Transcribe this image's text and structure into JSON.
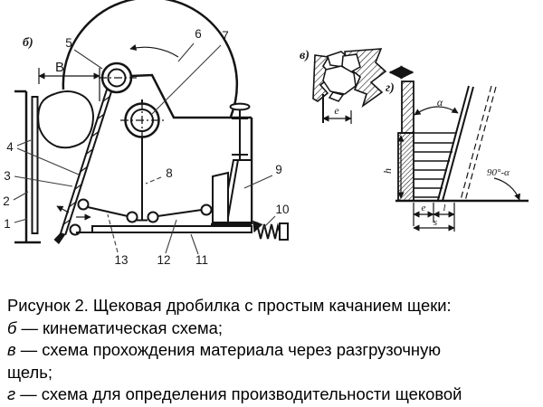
{
  "caption": {
    "lines": [
      {
        "lead": "",
        "text": "Рисунок 2. Щековая дробилка с простым качанием щеки:"
      },
      {
        "lead": "б",
        "text": " — кинематическая схема;"
      },
      {
        "lead": "в",
        "text": " — схема прохождения материала через разгрузочную"
      },
      {
        "lead": "",
        "text": "щель;"
      },
      {
        "lead": "г",
        "text": " — схема для определения производительности щековой"
      }
    ]
  },
  "kinematic": {
    "label": "б)",
    "dim_width": "В",
    "parts": {
      "p1": "1",
      "p2": "2",
      "p3": "3",
      "p4": "4",
      "p5": "5",
      "p6": "6",
      "p7": "7",
      "p8": "8",
      "p9": "9",
      "p10": "10",
      "p11": "11",
      "p12": "12",
      "p13": "13"
    }
  },
  "passage": {
    "label": "в)",
    "dim_gap": "е"
  },
  "productivity": {
    "label": "г)",
    "dim_angle": "α",
    "dim_angle2": "90°-α",
    "dim_height": "h",
    "dim_gap": "е",
    "dim_stroke": "l",
    "dim_total": "s"
  },
  "colors": {
    "ink": "#141414",
    "paper": "#ffffff"
  }
}
